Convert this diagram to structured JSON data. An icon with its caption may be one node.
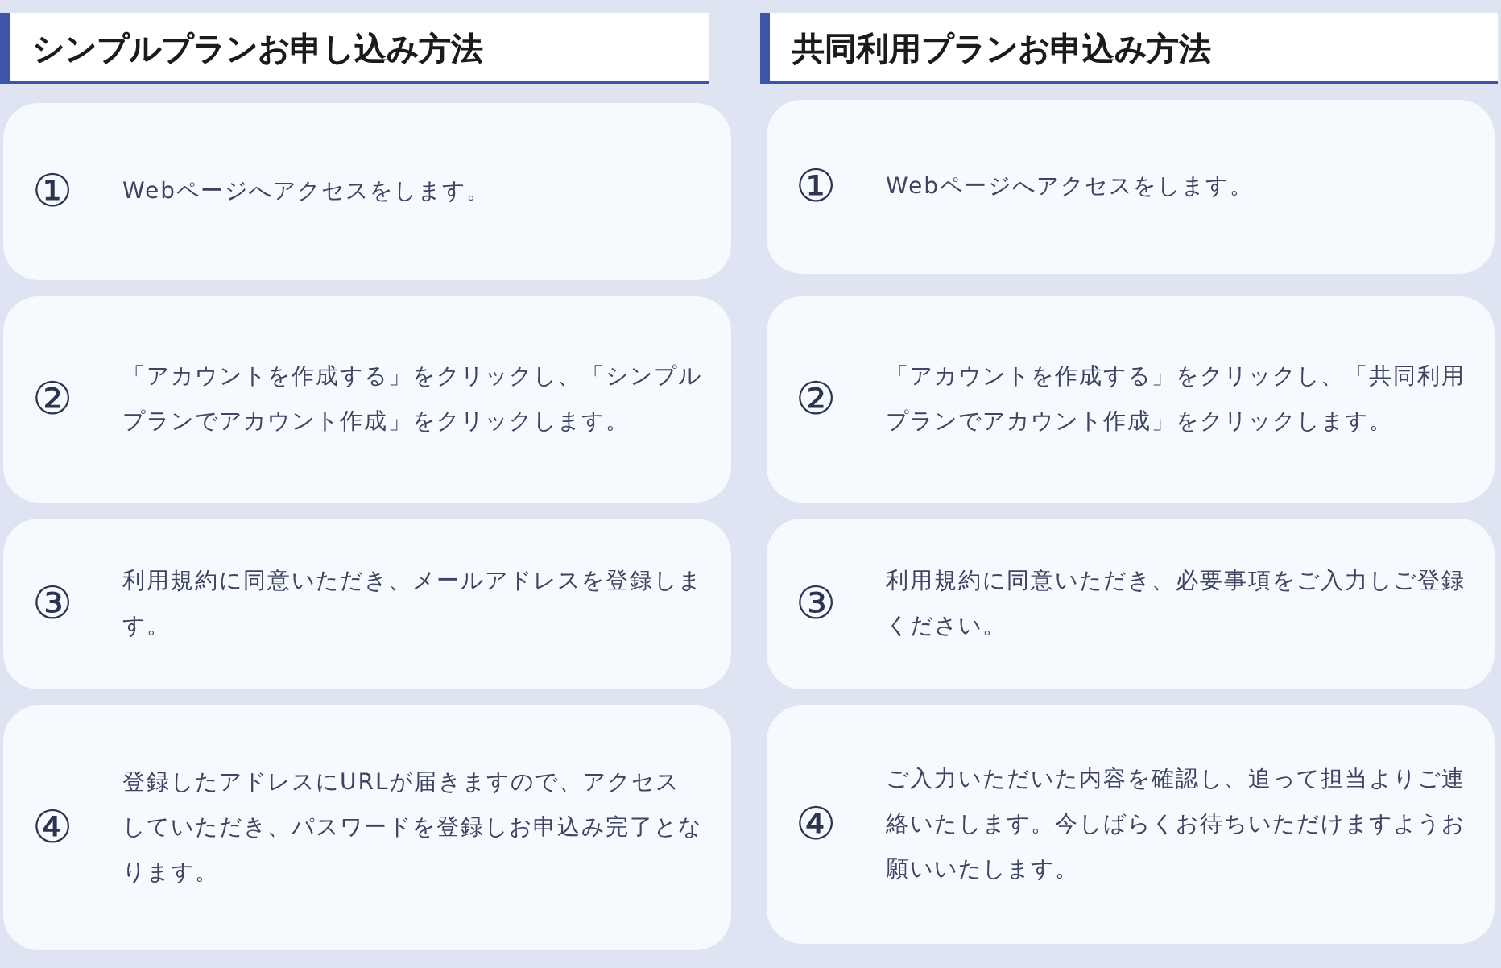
{
  "diagram": {
    "nodes": [
      {
        "text": [
          "①",
          "Webページへアクセスをします。"
        ]
      },
      {
        "text": [
          "②",
          "「アカウントを作成する」をクリックし、「シンプルプランでアカウント作成」をクリックします。"
        ]
      },
      {
        "text": [
          "③",
          "利用規約に同意いただき、メールアドレスを登録します。"
        ]
      },
      {
        "text": [
          "④",
          "登録したアドレスにURLが届きますので、アクセスしていただき、パスワードを登録しお申込み完了となります。"
        ]
      },
      {
        "text": [
          "①",
          "Webページへアクセスをします。"
        ]
      },
      {
        "text": [
          "②",
          "「アカウントを作成する」をクリックし、「共同利用プランでアカウント作成」をクリックします。"
        ]
      },
      {
        "text": [
          "③",
          "利用規約に同意いただき、必要事項をご入力しご登録ください。"
        ]
      },
      {
        "text": [
          "④",
          "ご入力いただいた内容を確認し、追って担当よりご連絡いたします。今しばらくお待ちいただけますようお願いいたします。"
        ]
      }
    ],
    "labels": [
      "シンプルプランお申し込み方法",
      "共同利用プランお申込み方法"
    ]
  }
}
